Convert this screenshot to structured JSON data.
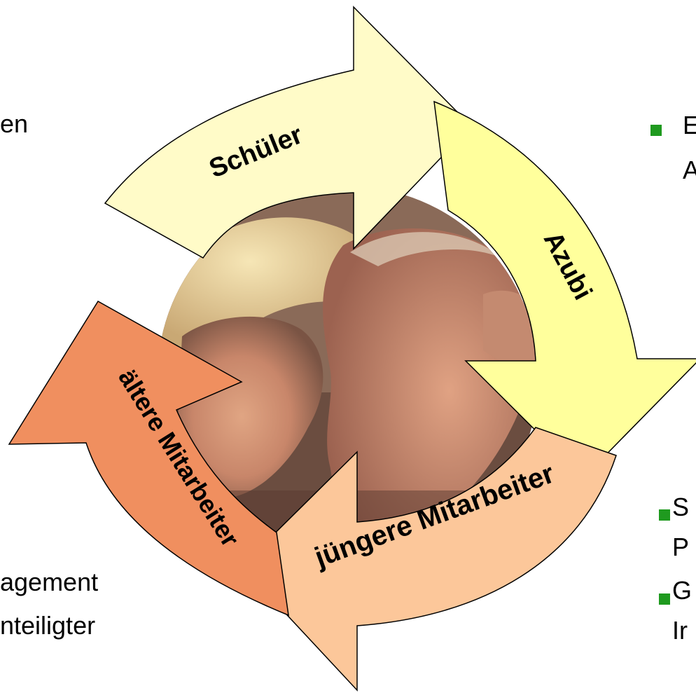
{
  "cycle": {
    "labels": {
      "schueler": "Schüler",
      "azubi": "Azubi",
      "juengere": "jüngere Mitarbeiter",
      "aeltere": "ältere Mitarbeiter"
    },
    "colors": {
      "yellow_light": "#FFFBC8",
      "yellow_bright": "#FFFF9C",
      "peach": "#FCC79A",
      "orange": "#F08F5F",
      "outline": "#000000"
    }
  },
  "left_text": {
    "line1": "en",
    "line2": "agement",
    "line3": "nteiligter"
  },
  "right_text": {
    "bullet1_line1": "E",
    "bullet1_line2": "A",
    "bullet2_line1": "S",
    "bullet2_line2": "P",
    "bullet3_line1": "G",
    "bullet3_line2": "Ir"
  },
  "bullet_color": "#1F9A1F",
  "photo": {
    "icon": "two-faces-photo"
  }
}
